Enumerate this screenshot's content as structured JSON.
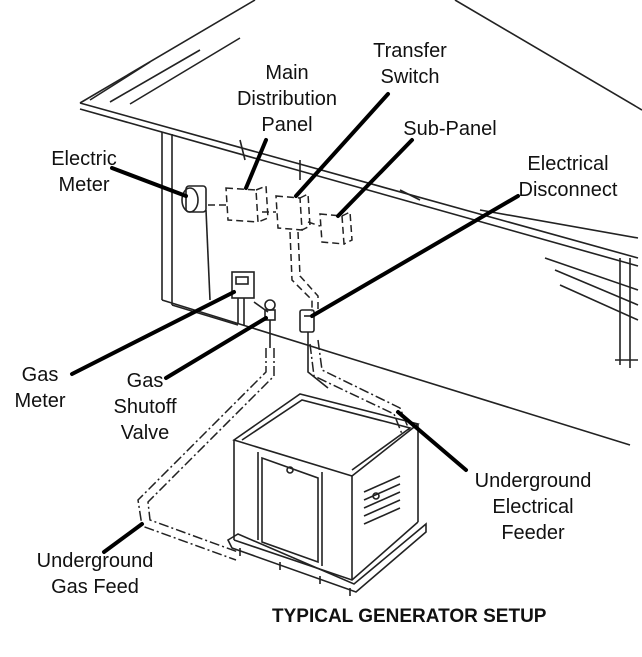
{
  "labels": {
    "main_panel": [
      "Main",
      "Distribution",
      "Panel"
    ],
    "transfer_switch": [
      "Transfer",
      "Switch"
    ],
    "sub_panel": "Sub-Panel",
    "electric_meter": [
      "Electric",
      "Meter"
    ],
    "electrical_disconnect": [
      "Electrical",
      "Disconnect"
    ],
    "gas_meter": [
      "Gas",
      "Meter"
    ],
    "gas_shutoff": [
      "Gas",
      "Shutoff",
      "Valve"
    ],
    "underground_feeder": [
      "Underground",
      "Electrical",
      "Feeder"
    ],
    "underground_gas": [
      "Underground",
      "Gas Feed"
    ]
  },
  "title": "TYPICAL GENERATOR SETUP"
}
